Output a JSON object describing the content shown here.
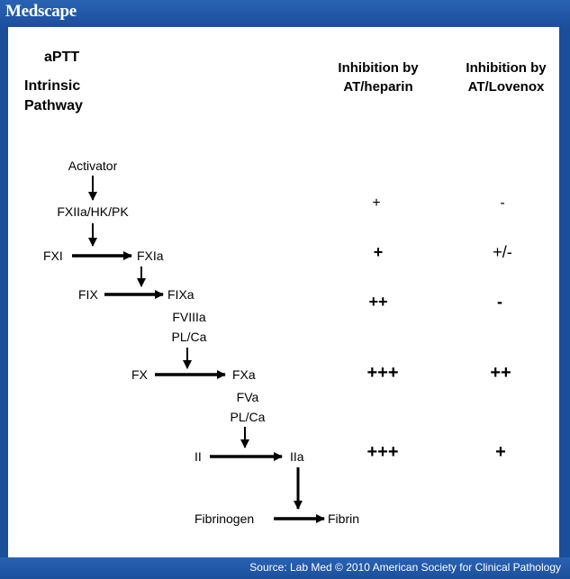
{
  "header": {
    "brand": "Medscape"
  },
  "footer": {
    "source": "Source: Lab Med © 2010 American Society for Clinical Pathology"
  },
  "diagram": {
    "title_lines": [
      "aPTT",
      "Intrinsic",
      "Pathway"
    ],
    "columns": {
      "heparin": [
        "Inhibition by",
        "AT/heparin"
      ],
      "lovenox": [
        "Inhibition by",
        "AT/Lovenox"
      ]
    },
    "nodes": {
      "activator": "Activator",
      "fxiia": "FXIIa/HK/PK",
      "fxi": "FXI",
      "fxia": "FXIa",
      "fix": "FIX",
      "fixa": "FIXa",
      "fviiia": "FVIIIa",
      "plca1": "PL/Ca",
      "fx": "FX",
      "fxa": "FXa",
      "fva": "FVa",
      "plca2": "PL/Ca",
      "ii": "II",
      "iia": "IIa",
      "fibrinogen": "Fibrinogen",
      "fibrin": "Fibrin"
    },
    "rows": [
      {
        "heparin": "+",
        "lovenox": "-"
      },
      {
        "heparin": "+",
        "lovenox": "+/-"
      },
      {
        "heparin": "++",
        "lovenox": "-"
      },
      {
        "heparin": "+++",
        "lovenox": "++"
      },
      {
        "heparin": "+++",
        "lovenox": "+"
      }
    ]
  }
}
